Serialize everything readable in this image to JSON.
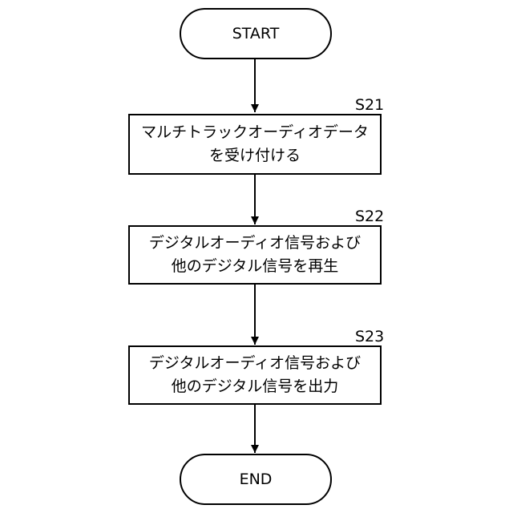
{
  "start": {
    "label": "START"
  },
  "end": {
    "label": "END"
  },
  "steps": [
    {
      "id": "S21",
      "line1": "マルチトラックオーディオデータ",
      "line2": "を受け付ける"
    },
    {
      "id": "S22",
      "line1": "デジタルオーディオ信号および",
      "line2": "他のデジタル信号を再生"
    },
    {
      "id": "S23",
      "line1": "デジタルオーディオ信号および",
      "line2": "他のデジタル信号を出力"
    }
  ]
}
